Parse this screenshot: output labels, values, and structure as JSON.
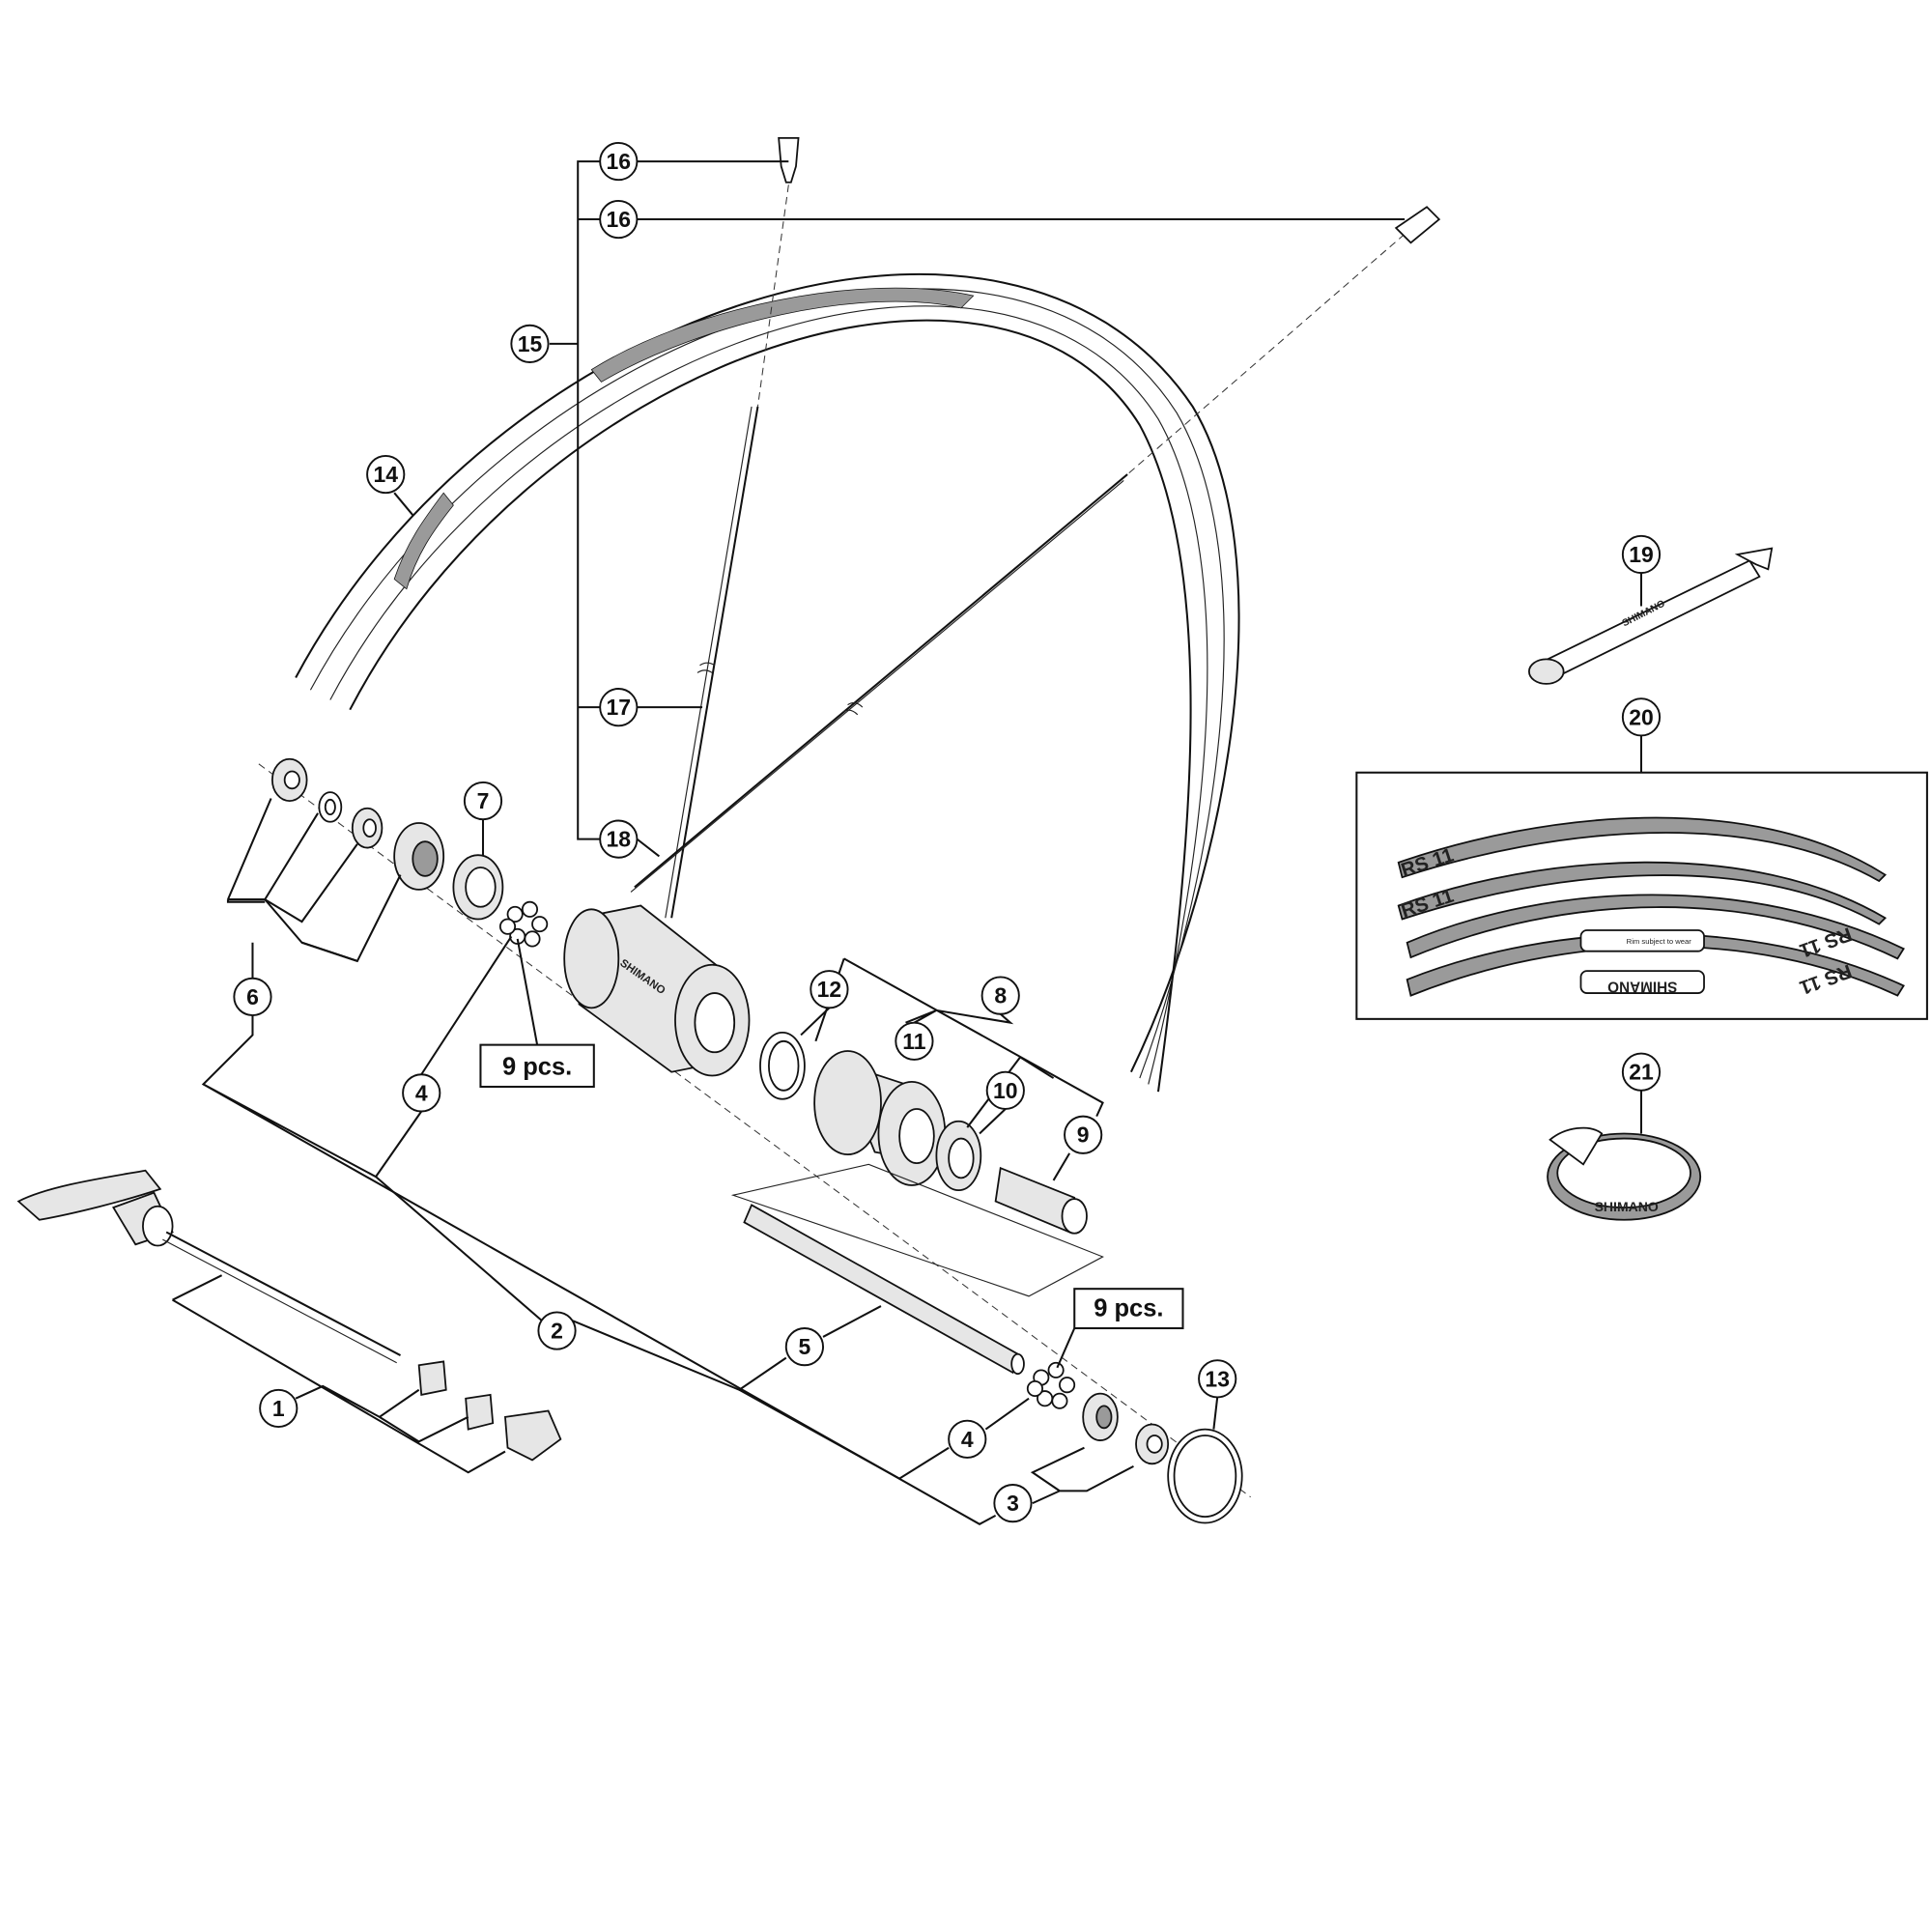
{
  "callouts": [
    "1",
    "2",
    "3",
    "4",
    "4",
    "5",
    "6",
    "7",
    "8",
    "9",
    "10",
    "11",
    "12",
    "13",
    "14",
    "15",
    "16",
    "16",
    "17",
    "18",
    "19",
    "20",
    "21"
  ],
  "quantity_notes": [
    "9 pcs.",
    "9 pcs."
  ],
  "decals": {
    "hub_brand": "SHIMANO",
    "wrench_brand": "SHIMANO",
    "tape_brand": "SHIMANO",
    "rim_model": "RS 11",
    "sticker_brand": "SHIMANO",
    "sticker_warning": "Rim subject to wear"
  },
  "colors": {
    "line": "#111111",
    "decal_gray": "#9a9a9a",
    "background": "#ffffff"
  }
}
